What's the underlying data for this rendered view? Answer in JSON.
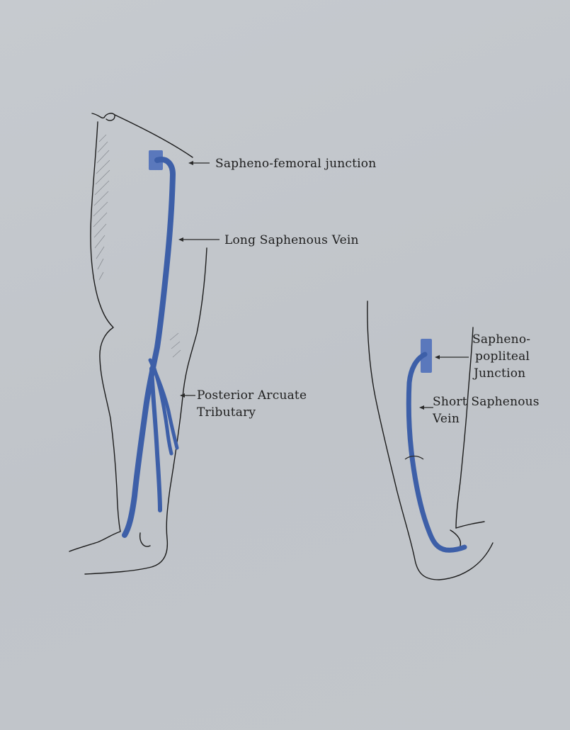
{
  "colors": {
    "background": "#c3c7cc",
    "vein": "#3d5fa8",
    "vein_dark": "#2e4c8f",
    "junction": "#5a78bc",
    "outline": "#1b1b1b"
  },
  "labels": {
    "sapheno_femoral": "Sapheno-femoral junction",
    "long_saphenous": "Long Saphenous Vein",
    "posterior_arcuate_line1": "Posterior Arcuate",
    "posterior_arcuate_line2": "Tributary",
    "sapheno_popliteal_line1": "Sapheno-",
    "sapheno_popliteal_line2": "popliteal",
    "sapheno_popliteal_line3": "Junction",
    "short_saphenous_line1": "Short Saphenous",
    "short_saphenous_line2": "Vein"
  }
}
